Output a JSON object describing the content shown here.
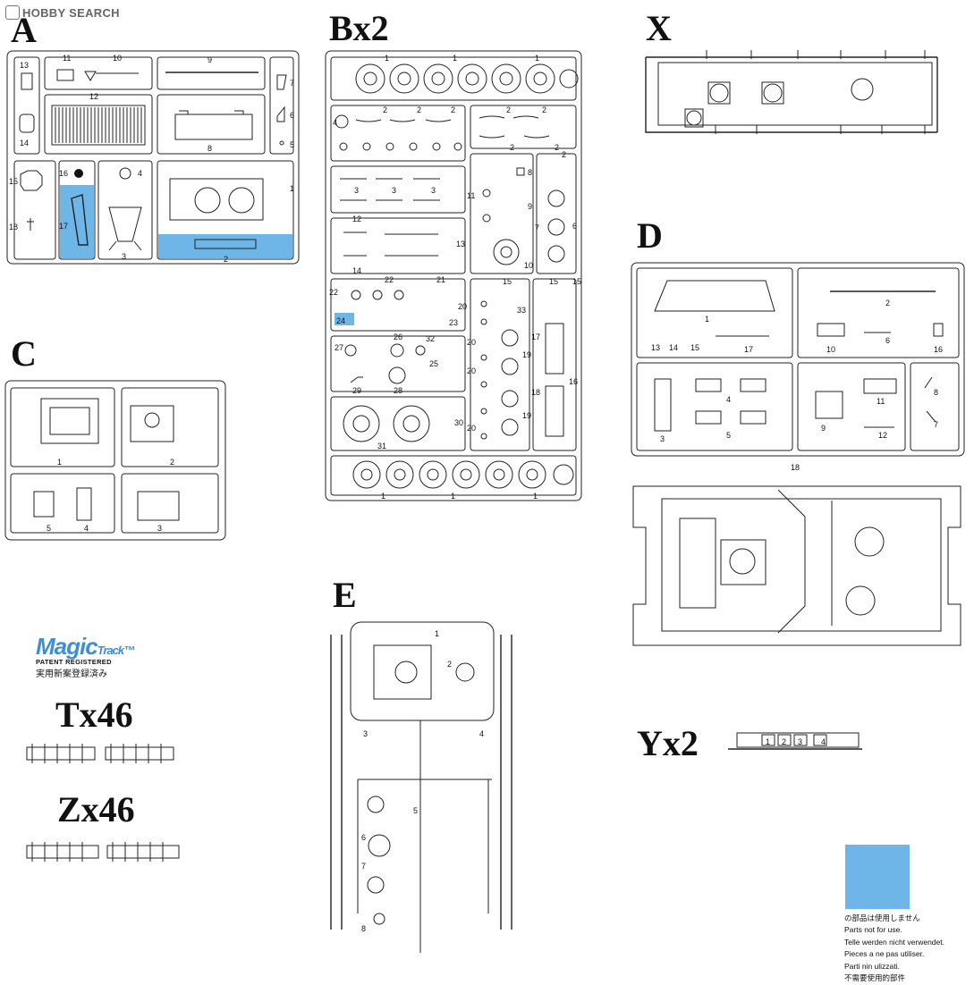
{
  "watermark": "HOBBY SEARCH",
  "sprue_labels": {
    "A": "A",
    "B": "Bx2",
    "X": "X",
    "C": "C",
    "D": "D",
    "E": "E",
    "T": "Tx46",
    "Z": "Zx46",
    "Y": "Yx2"
  },
  "brand": {
    "logo": "Magic",
    "logo2": "Track",
    "tm": "™",
    "patent": "PATENT REGISTERED",
    "jp": "実用新案登録済み"
  },
  "notes": [
    "の部品は使用しません",
    "Parts not for use.",
    "Telle werden nicht verwendet.",
    "Pieces a ne pas utiliser.",
    "Parti nin ulizzati.",
    "不需要使用的部件"
  ],
  "colors": {
    "unused_highlight": "#6fb6e8",
    "line": "#222222"
  },
  "part_numbers": {
    "A": [
      "13",
      "11",
      "10",
      "9",
      "7",
      "12",
      "14",
      "6",
      "8",
      "5",
      "15",
      "16",
      "4",
      "1",
      "18",
      "17",
      "3",
      "2"
    ],
    "B": [
      "1",
      "1",
      "1",
      "4",
      "2",
      "2",
      "2",
      "2",
      "2",
      "2",
      "2",
      "3",
      "3",
      "3",
      "8",
      "11",
      "9",
      "2",
      "6",
      "7",
      "12",
      "13",
      "10",
      "14",
      "22",
      "21",
      "22",
      "15",
      "15",
      "15",
      "20",
      "33",
      "24",
      "23",
      "27",
      "26",
      "32",
      "17",
      "25",
      "20",
      "19",
      "29",
      "28",
      "20",
      "18",
      "16",
      "30",
      "19",
      "31",
      "20",
      "1",
      "1",
      "1"
    ],
    "C": [
      "1",
      "2",
      "5",
      "4",
      "3"
    ],
    "D": [
      "1",
      "2",
      "13",
      "14",
      "15",
      "17",
      "10",
      "6",
      "16",
      "4",
      "3",
      "5",
      "9",
      "11",
      "8",
      "12",
      "7",
      "18"
    ],
    "E": [
      "1",
      "2",
      "3",
      "4",
      "5",
      "6",
      "7",
      "8"
    ],
    "Y": [
      "1",
      "2",
      "3",
      "4"
    ]
  }
}
